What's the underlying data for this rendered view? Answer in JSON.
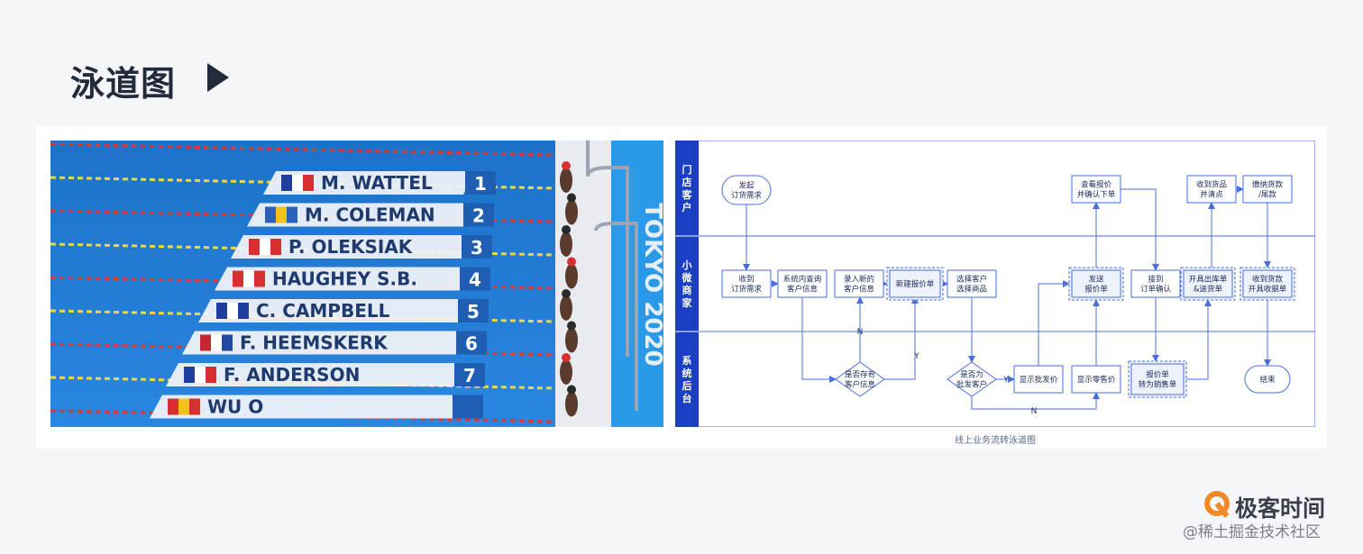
{
  "page": {
    "title": "泳道图"
  },
  "photo": {
    "lanes": [
      {
        "number": "1",
        "name": "M. WATTEL",
        "flag": "france"
      },
      {
        "number": "2",
        "name": "M. COLEMAN",
        "flag": "sweden"
      },
      {
        "number": "3",
        "name": "P. OLEKSIAK",
        "flag": "canada"
      },
      {
        "number": "4",
        "name": "HAUGHEY S.B.",
        "flag": "hong-kong"
      },
      {
        "number": "5",
        "name": "C. CAMPBELL",
        "flag": "australia"
      },
      {
        "number": "6",
        "name": "F. HEEMSKERK",
        "flag": "netherlands"
      },
      {
        "number": "7",
        "name": "F. ANDERSON",
        "flag": "uk"
      },
      {
        "number": "",
        "name": "WU O",
        "flag": "china"
      }
    ],
    "wall_text": "TOKYO 2020"
  },
  "flow": {
    "swimlanes": [
      {
        "label": "门店客户"
      },
      {
        "label": "小微商家"
      },
      {
        "label": "系统后台"
      }
    ],
    "nodes": {
      "start": "发起\n订货需求",
      "receive": "收到\n订货需求",
      "query": "系统内查询\n客户信息",
      "enter": "录入新的\n客户信息",
      "quote": "新建报价单",
      "select": "选择客户\n选择商品",
      "exists": "是否存有\n客户信息",
      "wholesale": "是否为\n批发客户",
      "show_wholesale": "显示批发价",
      "show_retail": "显示零售价",
      "send": "发送\n报价单",
      "check": "查看报价\n并确认下单",
      "accept": "接到\n订单确认",
      "convert": "报价单\n转为销售单",
      "ship": "开具出库单\n&送货单",
      "goods": "收到货品\n并清点",
      "pay": "缴纳货款\n/尾款",
      "receipt": "收到货款\n开具收据单",
      "end": "结束"
    },
    "edge_labels": {
      "n1": "N",
      "y1": "Y",
      "y2": "Y",
      "n2": "N"
    },
    "caption": "线上业务流转泳道图"
  },
  "watermark": {
    "brand": "极客时间",
    "sub": "@稀土掘金技术社区"
  },
  "colors": {
    "accent": "#1a3ec4",
    "pool": "#1f7fd6",
    "title": "#232a3a"
  }
}
